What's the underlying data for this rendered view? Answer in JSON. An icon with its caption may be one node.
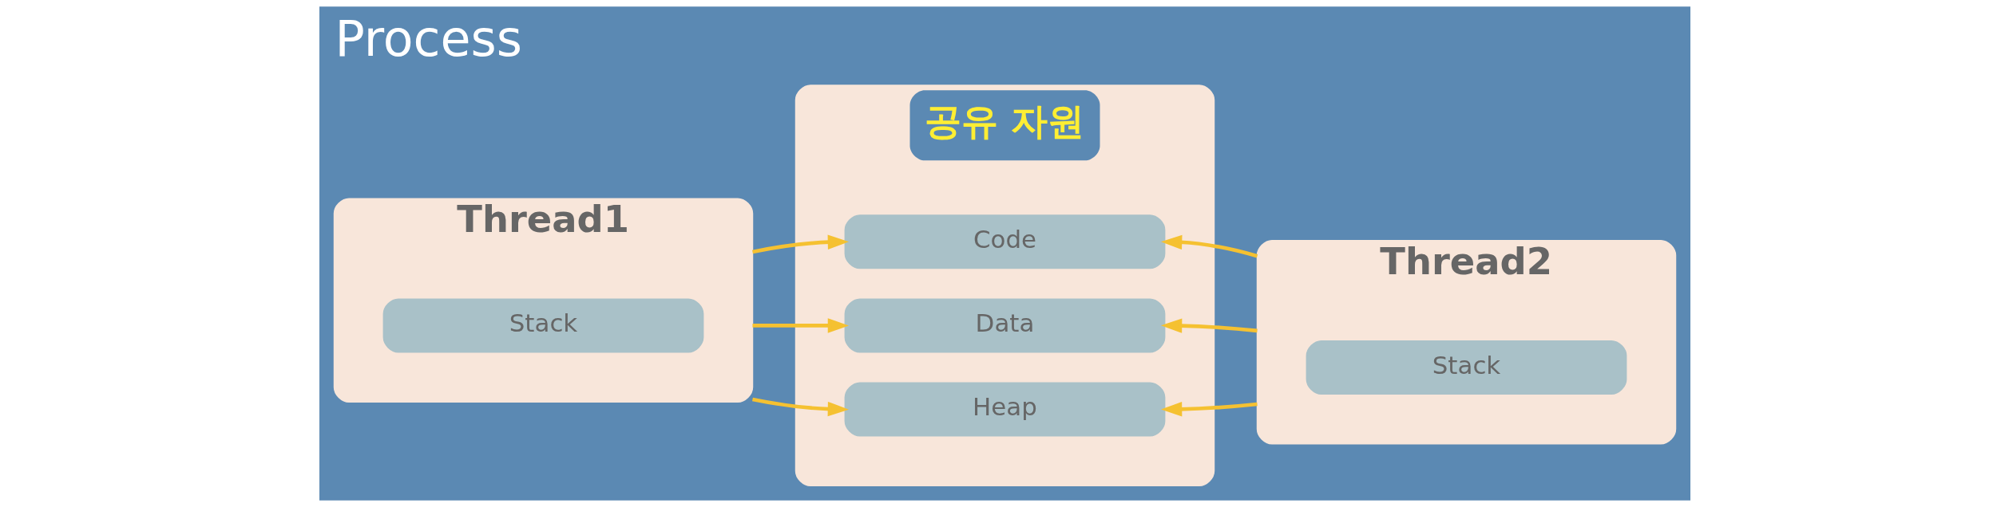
{
  "diagram": {
    "title": "Process",
    "nodes": [
      {
        "text": [
          "Thread1"
        ]
      },
      {
        "text": [
          "Stack"
        ],
        "in": 0
      },
      {
        "text": [
          "공유 자원"
        ]
      },
      {
        "text": [
          "Code"
        ],
        "in": 2
      },
      {
        "text": [
          "Data"
        ],
        "in": 2
      },
      {
        "text": [
          "Heap"
        ],
        "in": 2
      },
      {
        "text": [
          "Thread2"
        ]
      },
      {
        "text": [
          "Stack"
        ],
        "in": 6
      }
    ],
    "edges": [
      {
        "from": 0,
        "to": 3,
        "arrow": "to"
      },
      {
        "from": 0,
        "to": 4,
        "arrow": "to"
      },
      {
        "from": 0,
        "to": 5,
        "arrow": "to"
      },
      {
        "from": 6,
        "to": 3,
        "arrow": "to"
      },
      {
        "from": 6,
        "to": 4,
        "arrow": "to"
      },
      {
        "from": 6,
        "to": 5,
        "arrow": "to"
      }
    ]
  }
}
